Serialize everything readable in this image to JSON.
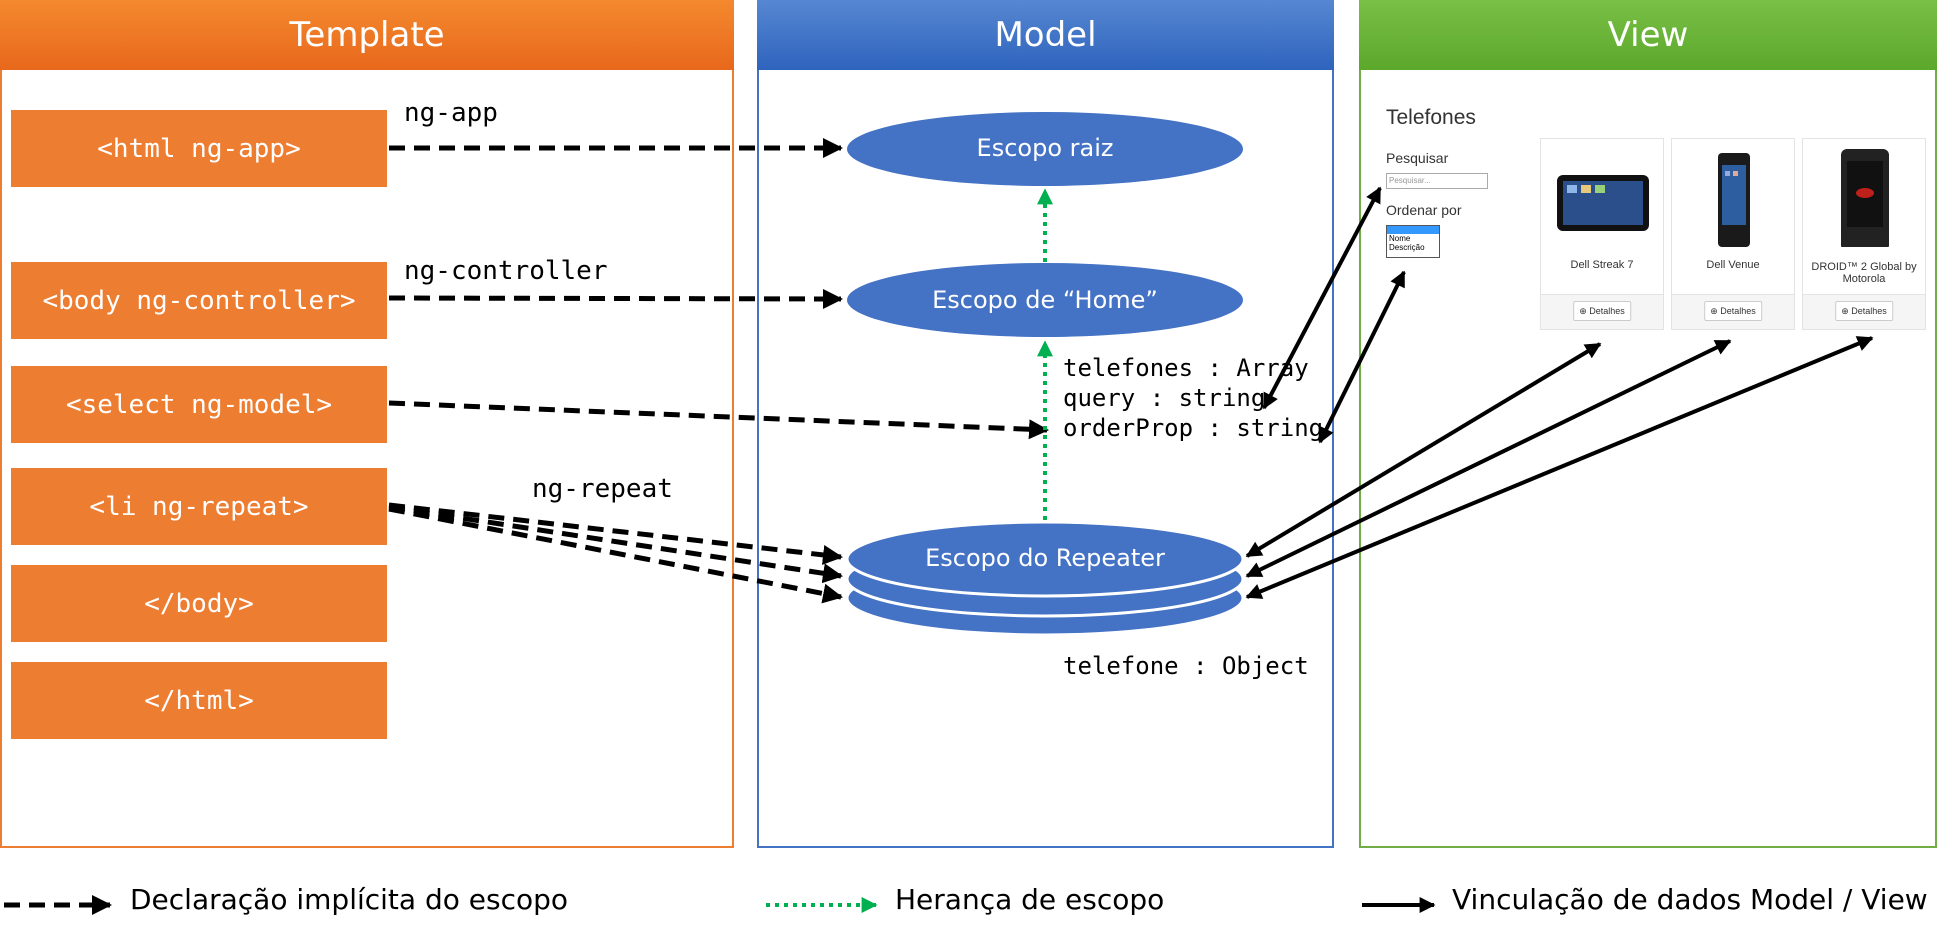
{
  "columns": {
    "template": "Template",
    "model": "Model",
    "view": "View"
  },
  "template": {
    "items": [
      "<html ng-app>",
      "<body ng-controller>",
      "<select ng-model>",
      "<li ng-repeat>",
      "</body>",
      "</html>"
    ],
    "directive_labels": {
      "ng_app": "ng-app",
      "ng_controller": "ng-controller",
      "ng_repeat": "ng-repeat"
    }
  },
  "model": {
    "scopes": {
      "root": "Escopo raiz",
      "home": "Escopo de “Home”",
      "repeater": "Escopo do Repeater"
    },
    "home_properties": [
      "telefones : Array",
      "query : string",
      "orderProp : string"
    ],
    "repeater_property": "telefone : Object"
  },
  "view": {
    "title": "Telefones",
    "search_label": "Pesquisar",
    "search_placeholder": "Pesquisar...",
    "order_label": "Ordenar por",
    "order_options": [
      "Nome",
      "Descrição"
    ],
    "phones": [
      {
        "name": "Dell Streak 7",
        "button": "Detalhes"
      },
      {
        "name": "Dell Venue",
        "button": "Detalhes"
      },
      {
        "name": "DROID™ 2 Global by Motorola",
        "button": "Detalhes"
      }
    ]
  },
  "legend": {
    "dashed": "Declaração implícita do escopo",
    "dotted": "Herança de escopo",
    "solid": "Vinculação de dados Model / View"
  },
  "colors": {
    "template": "#ed7d31",
    "model": "#4472c4",
    "view": "#70ad47",
    "inheritance": "#00b050"
  },
  "icons": {
    "details_button": "zoom-in-icon"
  }
}
